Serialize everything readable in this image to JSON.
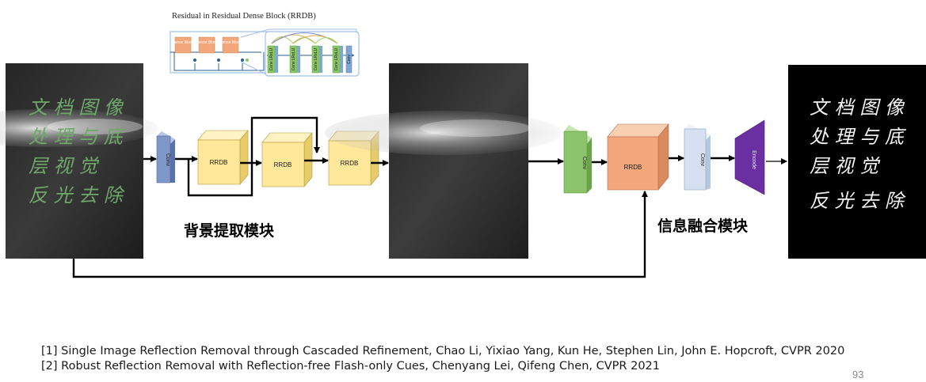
{
  "inset": {
    "title": "Residual in Residual Dense Block (RRDB)",
    "dense_block_label": "Dense Block",
    "conv_lrelu_label": "Conv LReLU",
    "conv_label": "Conv"
  },
  "input_handwriting": [
    "文 档 图 像",
    "处 理 与 底",
    "层 视 觉",
    "反 光 去 除"
  ],
  "output_handwriting": [
    "文 档 图 像",
    "处 理 与 底",
    "层 视 觉",
    "反 光 去 除"
  ],
  "background_module": {
    "label": "背景提取模块",
    "conv_label": "Conv",
    "rrdb_labels": [
      "RRDB",
      "RRDB",
      "RRDB"
    ]
  },
  "fusion_module": {
    "label": "信息融合模块",
    "conv1_label": "Conv",
    "rrdb_label": "RRDB",
    "conv2_label": "Conv",
    "encode_label": "Encode"
  },
  "references": [
    "[1] Single Image Reflection Removal through Cascaded Refinement, Chao Li, Yixiao Yang, Kun He, Stephen Lin, John E. Hopcroft, CVPR 2020",
    "[2] Robust Reflection Removal with Reflection-free Flash-only Cues, Chenyang Lei, Qifeng Chen, CVPR 2021"
  ],
  "page_number": "93",
  "colors": {
    "blue_conv": "#7f97c9",
    "green_conv": "#8cc46b",
    "yellow_rrdb": "#ffe89a",
    "orange_rrdb": "#f3a77b",
    "light_blue_conv": "#d6e0f0",
    "purple_encode": "#6a2fa0",
    "handwriting_green": "#6fa86a",
    "handwriting_white": "#f2f2f2"
  }
}
